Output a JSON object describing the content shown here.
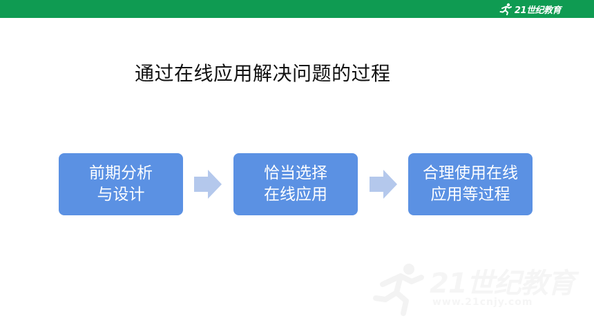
{
  "header": {
    "logo_text": "21世纪教育",
    "bar_color": "#0f9b52"
  },
  "slide": {
    "title": "通过在线应用解决问题的过程",
    "steps": [
      {
        "line1": "前期分析",
        "line2": "与设计"
      },
      {
        "line1": "恰当选择",
        "line2": "在线应用"
      },
      {
        "line1": "合理使用在线",
        "line2": "应用等过程"
      }
    ],
    "box_color": "#5b91e3",
    "arrow_color": "#b4c8ec"
  },
  "watermark": {
    "brand": "21世纪教育",
    "url": "www.21cnjy.com"
  }
}
